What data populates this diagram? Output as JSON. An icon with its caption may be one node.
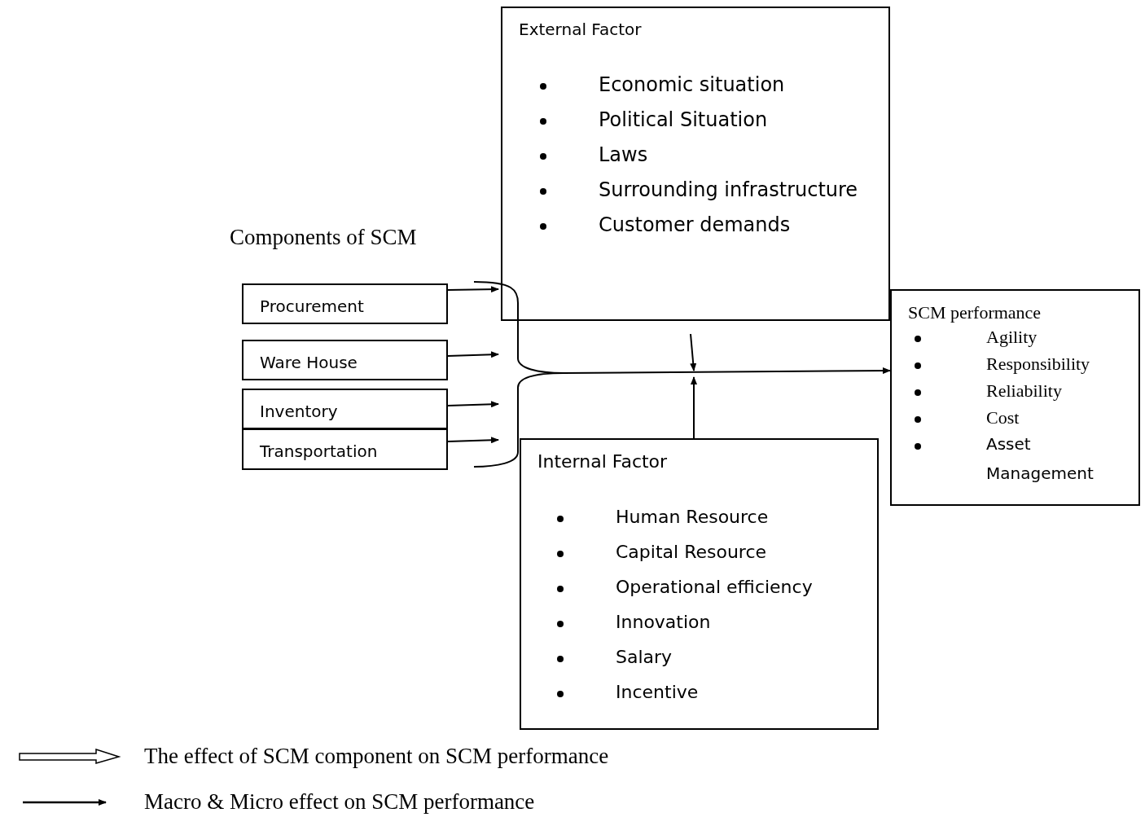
{
  "diagram": {
    "nodes": [
      {
        "text": [
          "External Factor",
          "Economic situation",
          "Political Situation",
          "Laws",
          "Surrounding infrastructure",
          "Customer demands"
        ]
      },
      {
        "text": [
          "Procurement"
        ]
      },
      {
        "text": [
          "Ware House"
        ]
      },
      {
        "text": [
          "Inventory"
        ]
      },
      {
        "text": [
          "Transportation"
        ]
      },
      {
        "text": [
          "SCM performance",
          "Agility",
          "Responsibility",
          "Reliability",
          "Cost",
          "Asset Management"
        ]
      },
      {
        "text": [
          "Internal Factor",
          "Human Resource",
          "Capital Resource",
          "Operational efficiency",
          "Innovation",
          "Salary",
          "Incentive"
        ]
      },
      {
        "text": [],
        "shape": "bracket"
      }
    ],
    "edges": [
      {
        "from": 1,
        "to": 7,
        "arrow": "to"
      },
      {
        "from": 2,
        "to": 7,
        "arrow": "to"
      },
      {
        "from": 3,
        "to": 7,
        "arrow": "to"
      },
      {
        "from": 4,
        "to": 7,
        "arrow": "to"
      },
      {
        "from": 7,
        "to": 5,
        "arrow": "to"
      },
      {
        "from": 0,
        "to": null,
        "arrow": "to"
      },
      {
        "from": 6,
        "to": null,
        "arrow": "to"
      }
    ],
    "labels": [
      "Components of SCM"
    ],
    "legend": [
      {
        "text": "The effect of SCM component on SCM performance"
      },
      {
        "text": "Macro & Micro effect on SCM performance"
      }
    ]
  }
}
